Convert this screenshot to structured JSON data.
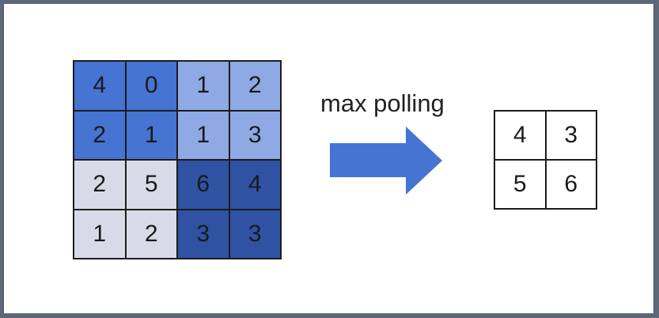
{
  "input_grid": {
    "rows": [
      [
        "4",
        "0",
        "1",
        "2"
      ],
      [
        "2",
        "1",
        "1",
        "3"
      ],
      [
        "2",
        "5",
        "6",
        "4"
      ],
      [
        "1",
        "2",
        "3",
        "3"
      ]
    ],
    "quadrant_colors": {
      "top_left": "#4574d2",
      "top_right": "#8fa9e4",
      "bottom_left": "#d8dbe7",
      "bottom_right": "#2f52a2"
    }
  },
  "operation": {
    "label": "max polling",
    "arrow_color": "#4574d2",
    "arrow_icon": "right-arrow-icon"
  },
  "output_grid": {
    "rows": [
      [
        "4",
        "3"
      ],
      [
        "5",
        "6"
      ]
    ]
  }
}
